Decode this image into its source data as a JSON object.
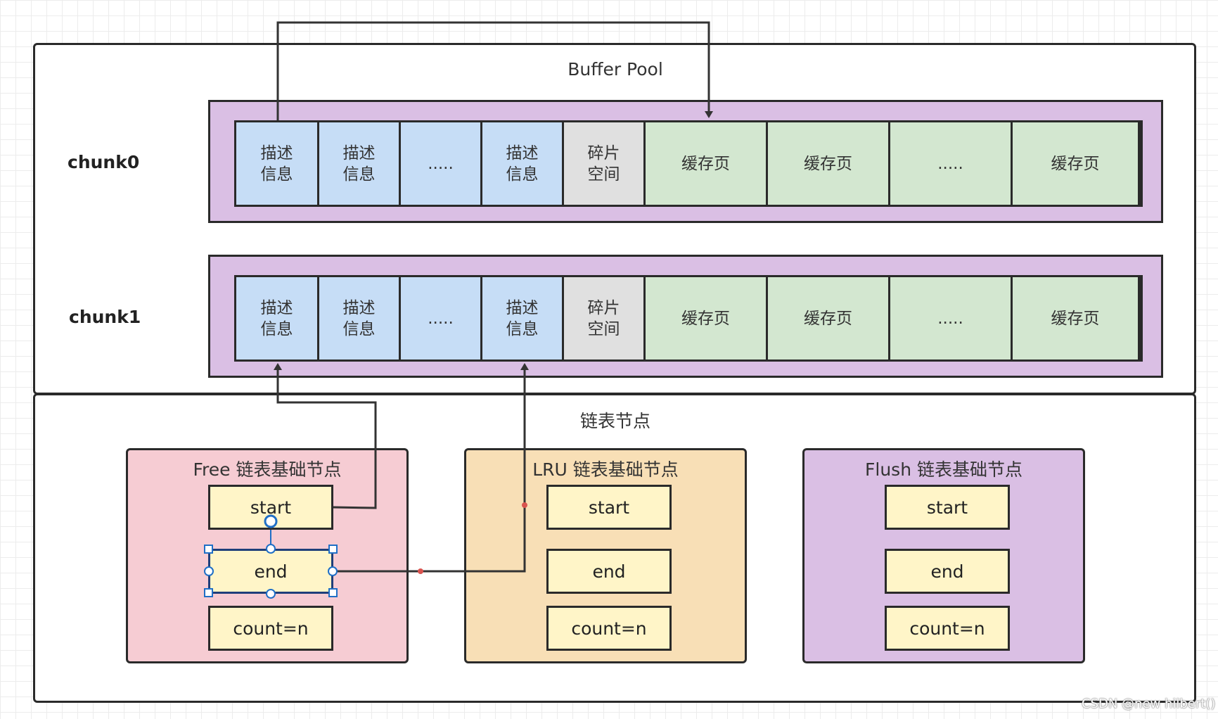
{
  "buffer_pool": {
    "title": "Buffer Pool",
    "chunks": [
      {
        "label": "chunk0",
        "cells": [
          {
            "text": "描述\n信息",
            "kind": "desc"
          },
          {
            "text": "描述\n信息",
            "kind": "desc"
          },
          {
            "text": ".....",
            "kind": "desc"
          },
          {
            "text": "描述\n信息",
            "kind": "desc"
          },
          {
            "text": "碎片\n空间",
            "kind": "frag"
          },
          {
            "text": "缓存页",
            "kind": "cache"
          },
          {
            "text": "缓存页",
            "kind": "cache"
          },
          {
            "text": ".....",
            "kind": "cache"
          },
          {
            "text": "缓存页",
            "kind": "cache"
          }
        ]
      },
      {
        "label": "chunk1",
        "cells": [
          {
            "text": "描述\n信息",
            "kind": "desc"
          },
          {
            "text": "描述\n信息",
            "kind": "desc"
          },
          {
            "text": ".....",
            "kind": "desc"
          },
          {
            "text": "描述\n信息",
            "kind": "desc"
          },
          {
            "text": "碎片\n空间",
            "kind": "frag"
          },
          {
            "text": "缓存页",
            "kind": "cache"
          },
          {
            "text": "缓存页",
            "kind": "cache"
          },
          {
            "text": ".....",
            "kind": "cache"
          },
          {
            "text": "缓存页",
            "kind": "cache"
          }
        ]
      }
    ]
  },
  "list_nodes": {
    "title": "链表节点",
    "boxes": [
      {
        "title": "Free 链表基础节点",
        "color": "#f6ccd3",
        "start": "start",
        "end": "end",
        "count": "count=n"
      },
      {
        "title": "LRU 链表基础节点",
        "color": "#f8dfb6",
        "start": "start",
        "end": "end",
        "count": "count=n"
      },
      {
        "title": "Flush 链表基础节点",
        "color": "#dabfe4",
        "start": "start",
        "end": "end",
        "count": "count=n"
      }
    ]
  },
  "colors": {
    "descriptor": "#c6ddf6",
    "fragment": "#e0e0e0",
    "cache_page": "#d3e7d0",
    "chunk_strip": "#dabfe4",
    "field": "#fff5c8",
    "selection": "#1f6fc6"
  },
  "watermark": "CSDN @new hilbert()"
}
